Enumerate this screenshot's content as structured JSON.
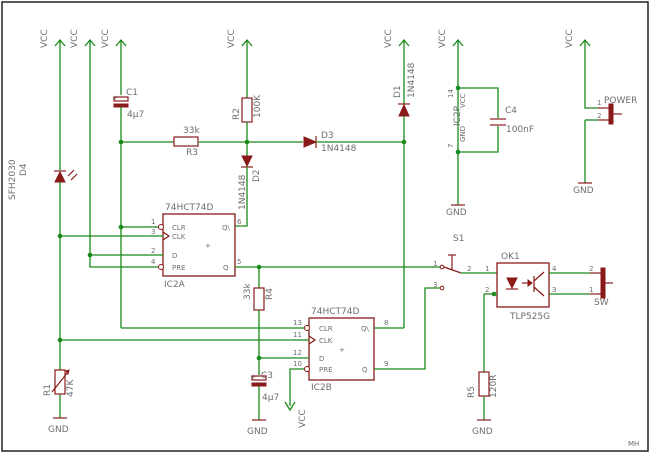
{
  "supply": {
    "vcc": "VCC",
    "gnd": "GND"
  },
  "power": {
    "ref": "1",
    "pin2": "2",
    "label": "POWER"
  },
  "c4": {
    "ref": "C4",
    "value": "100nF",
    "ic_ref": "IC2P",
    "vcc_pin": "14",
    "gnd_pin": "7",
    "vcc_label": "VCC",
    "gnd_label": "GND"
  },
  "c1": {
    "ref": "C1",
    "value": "4µ7"
  },
  "r2": {
    "ref": "R2",
    "value": "100K"
  },
  "r3": {
    "ref": "R3",
    "value": "33k"
  },
  "d3": {
    "ref": "D3",
    "value": "1N4148"
  },
  "d1": {
    "ref": "D1",
    "value": "1N4148"
  },
  "d2": {
    "ref": "D2",
    "value": "1N4148"
  },
  "d4": {
    "ref": "D4",
    "value": "SFH2030"
  },
  "ic2a": {
    "type": "74HCT74D",
    "ref": "IC2A",
    "clr": "CLR",
    "clk": "CLK",
    "d": "D",
    "pre": "PRE",
    "qbar": "Q\\",
    "q": "Q",
    "p1": "1",
    "p3": "3",
    "p2": "2",
    "p4": "4",
    "p6": "6",
    "p5": "5",
    "plus": "+"
  },
  "ic2b": {
    "type": "74HCT74D",
    "ref": "IC2B",
    "clr": "CLR",
    "clk": "CLK",
    "d": "D",
    "pre": "PRE",
    "qbar": "Q\\",
    "q": "Q",
    "p13": "13",
    "p11": "11",
    "p12": "12",
    "p10": "10",
    "p8": "8",
    "p9": "9",
    "plus": "+"
  },
  "r4": {
    "ref": "R4",
    "value": "33k"
  },
  "c3": {
    "ref": "C3",
    "value": "4µ7"
  },
  "r1": {
    "ref": "R1",
    "value": "47K"
  },
  "r5": {
    "ref": "R5",
    "value": "120R"
  },
  "s1": {
    "ref": "S1",
    "p1": "1",
    "p2": "2",
    "p3": "3"
  },
  "ok1": {
    "ref": "OK1",
    "value": "TLP525G",
    "p1": "1",
    "p2": "2",
    "p3": "3",
    "p4": "4"
  },
  "sw": {
    "label": "SW",
    "p1": "1",
    "p2": "2"
  },
  "signature": "MH"
}
